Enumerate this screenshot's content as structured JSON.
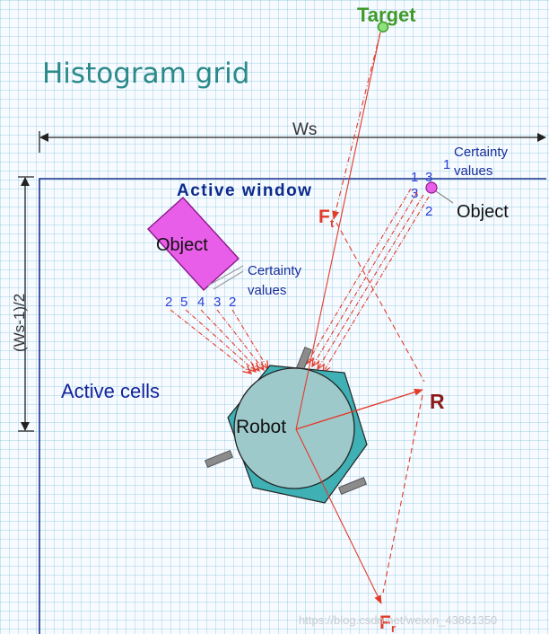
{
  "title": "Histogram grid",
  "target_label": "Target",
  "window_width_label": "Ws",
  "half_window_label": "(Ws-1)/2",
  "active_window_label": "Active window",
  "active_cells_label": "Active cells",
  "robot_label": "Robot",
  "resultant_label": "R",
  "force_label": "F",
  "force_subscript": "t",
  "force_r_subscript": "r",
  "object_left": {
    "label": "Object",
    "certainty_label_line1": "Certainty",
    "certainty_label_line2": "values",
    "values": [
      "2",
      "5",
      "4",
      "3",
      "2"
    ]
  },
  "object_right": {
    "label": "Object",
    "certainty_label_line1": "Certainty",
    "certainty_label_line2": "values",
    "values": [
      "1",
      "3",
      "3",
      "1",
      "2"
    ]
  },
  "watermark": "https://blog.csdn.net/weixin_43861350",
  "colors": {
    "title": "#2b8a8a",
    "target": "#3f9a2a",
    "active_window": "#0b2a8a",
    "force": "#e23b2a",
    "resultant": "#8b1a1a",
    "object_fill": "#e85ee8",
    "robot_fill": "#9ec9cb",
    "robot_hex": "#3fb0b4"
  }
}
